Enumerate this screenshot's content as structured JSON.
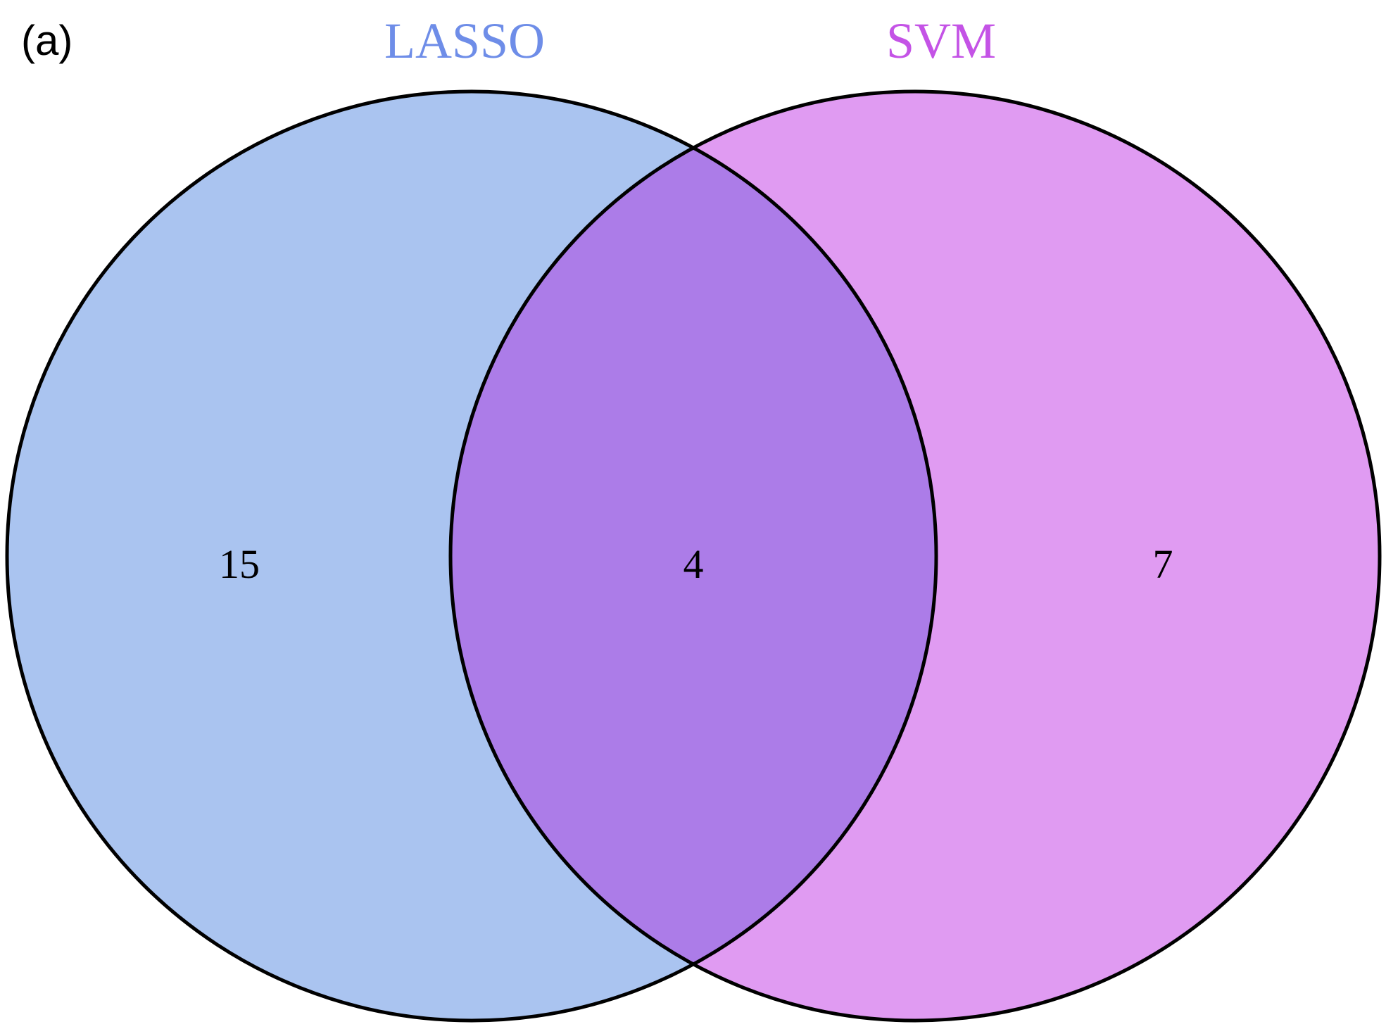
{
  "figure": {
    "panel_label": "(a)",
    "outline_color": "#000000",
    "sets": [
      {
        "label": "LASSO",
        "label_color": "#6e8de8",
        "fill_color": "#aac4f0",
        "unique_count": "15"
      },
      {
        "label": "SVM",
        "label_color": "#c453e6",
        "fill_color": "#e09bf2",
        "unique_count": "7"
      }
    ],
    "intersection": {
      "count": "4",
      "fill_color": "#ac7ce8"
    }
  },
  "chart_data": {
    "type": "venn",
    "sets": [
      "LASSO",
      "SVM"
    ],
    "regions": [
      {
        "sets": [
          "LASSO"
        ],
        "value": 15
      },
      {
        "sets": [
          "SVM"
        ],
        "value": 7
      },
      {
        "sets": [
          "LASSO",
          "SVM"
        ],
        "value": 4
      }
    ],
    "title": "",
    "panel": "(a)"
  }
}
